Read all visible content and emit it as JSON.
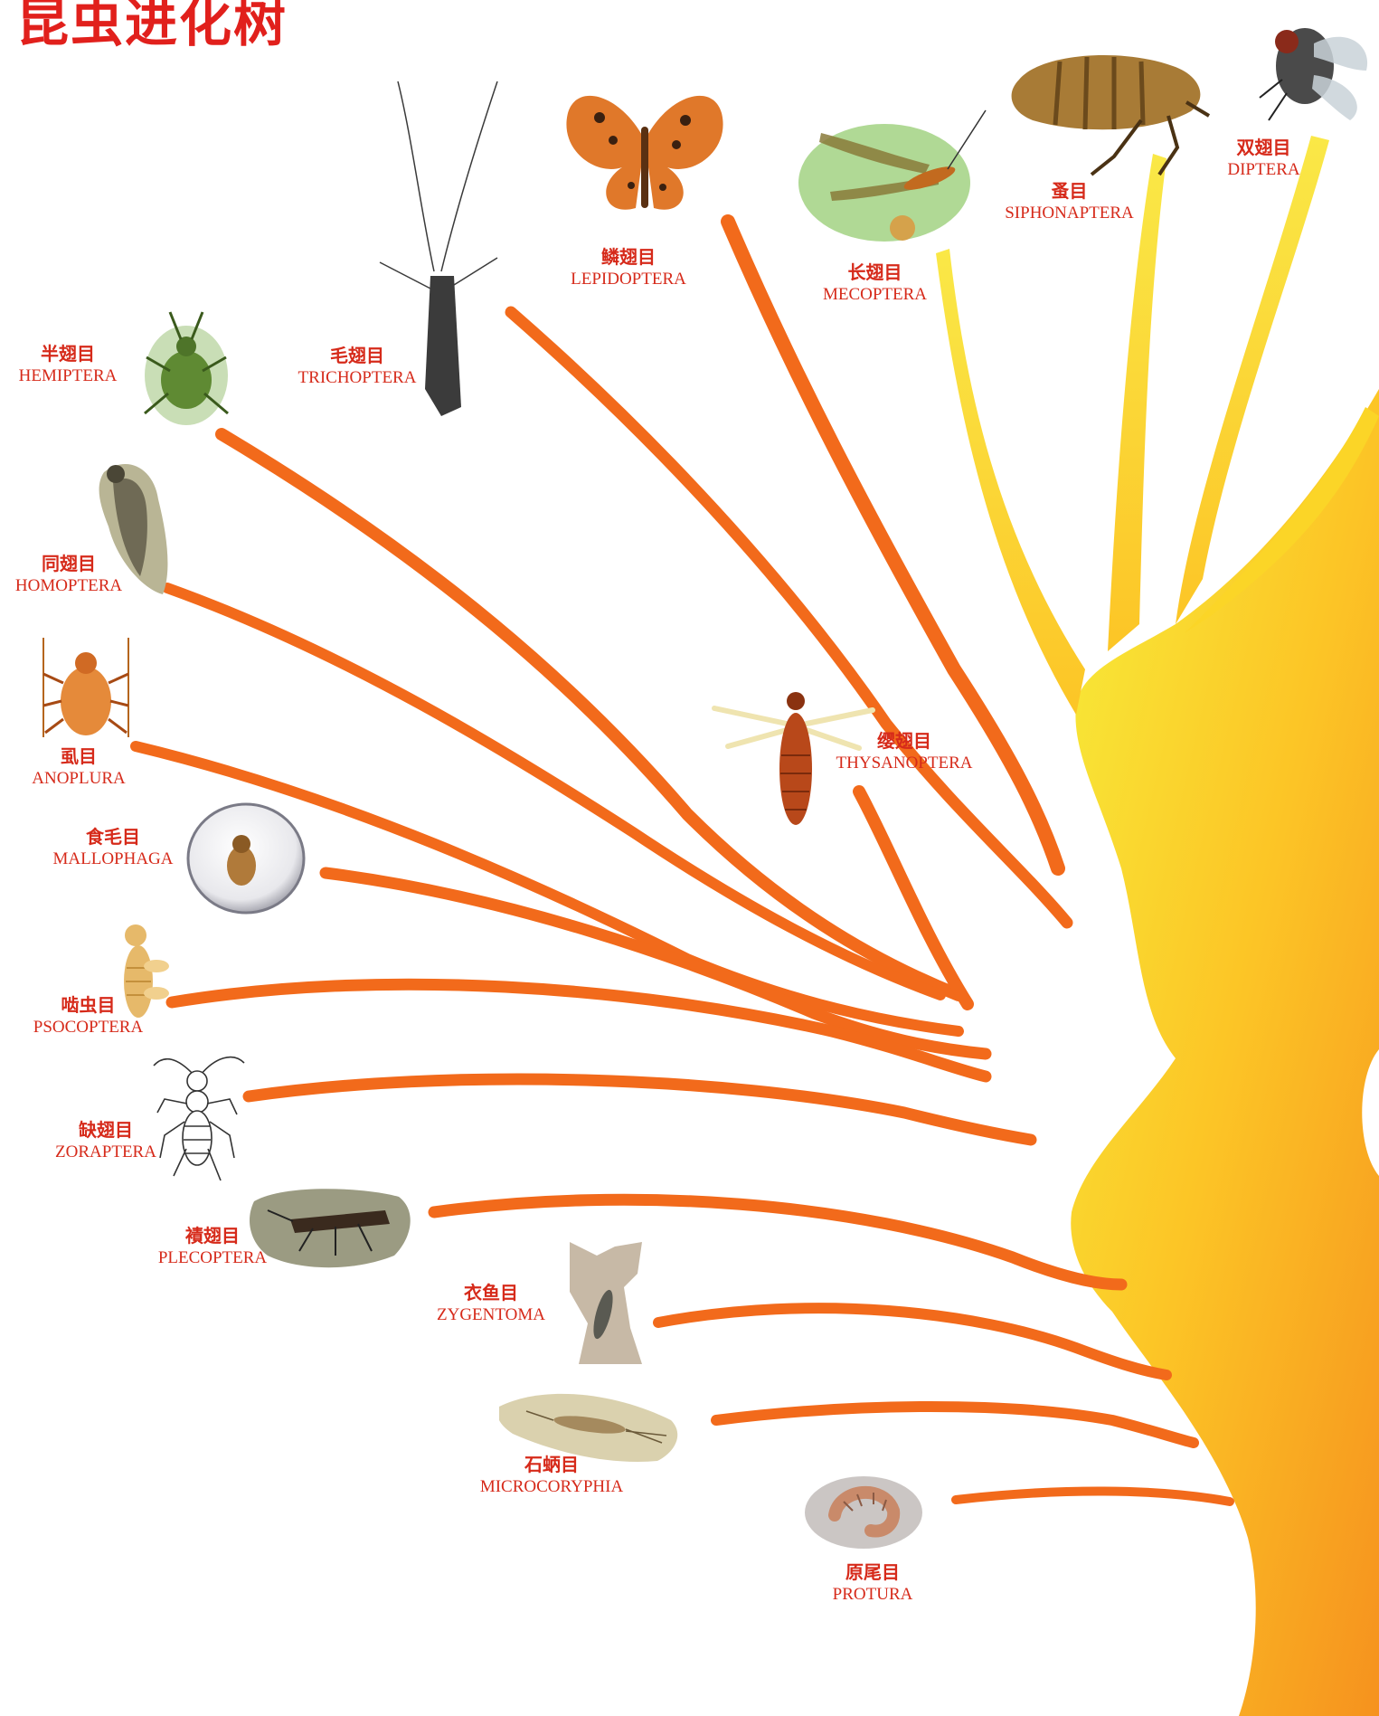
{
  "title": "昆虫进化树",
  "colors": {
    "title": "#e1201c",
    "label": "#d62a1a",
    "branch_orange": "#f26a1b",
    "trunk_yellow": "#fbd527"
  },
  "orders": [
    {
      "zh": "半翅目",
      "en": "HEMIPTERA",
      "icon": "stink-bug-icon"
    },
    {
      "zh": "毛翅目",
      "en": "TRICHOPTERA",
      "icon": "caddisfly-icon"
    },
    {
      "zh": "鳞翅目",
      "en": "LEPIDOPTERA",
      "icon": "butterfly-icon"
    },
    {
      "zh": "长翅目",
      "en": "MECOPTERA",
      "icon": "scorpionfly-icon"
    },
    {
      "zh": "蚤目",
      "en": "SIPHONAPTERA",
      "icon": "flea-icon"
    },
    {
      "zh": "双翅目",
      "en": "DIPTERA",
      "icon": "fly-icon"
    },
    {
      "zh": "同翅目",
      "en": "HOMOPTERA",
      "icon": "cicada-icon"
    },
    {
      "zh": "虱目",
      "en": "ANOPLURA",
      "icon": "louse-icon"
    },
    {
      "zh": "缨翅目",
      "en": "THYSANOPTERA",
      "icon": "thrips-icon"
    },
    {
      "zh": "食毛目",
      "en": "MALLOPHAGA",
      "icon": "chewing-louse-icon"
    },
    {
      "zh": "啮虫目",
      "en": "PSOCOPTERA",
      "icon": "booklouse-icon"
    },
    {
      "zh": "缺翅目",
      "en": "ZORAPTERA",
      "icon": "zorapteran-icon"
    },
    {
      "zh": "襀翅目",
      "en": "PLECOPTERA",
      "icon": "stonefly-icon"
    },
    {
      "zh": "衣鱼目",
      "en": "ZYGENTOMA",
      "icon": "silverfish-icon"
    },
    {
      "zh": "石蛃目",
      "en": "MICROCORYPHIA",
      "icon": "bristletail-icon"
    },
    {
      "zh": "原尾目",
      "en": "PROTURA",
      "icon": "proturan-icon"
    }
  ]
}
